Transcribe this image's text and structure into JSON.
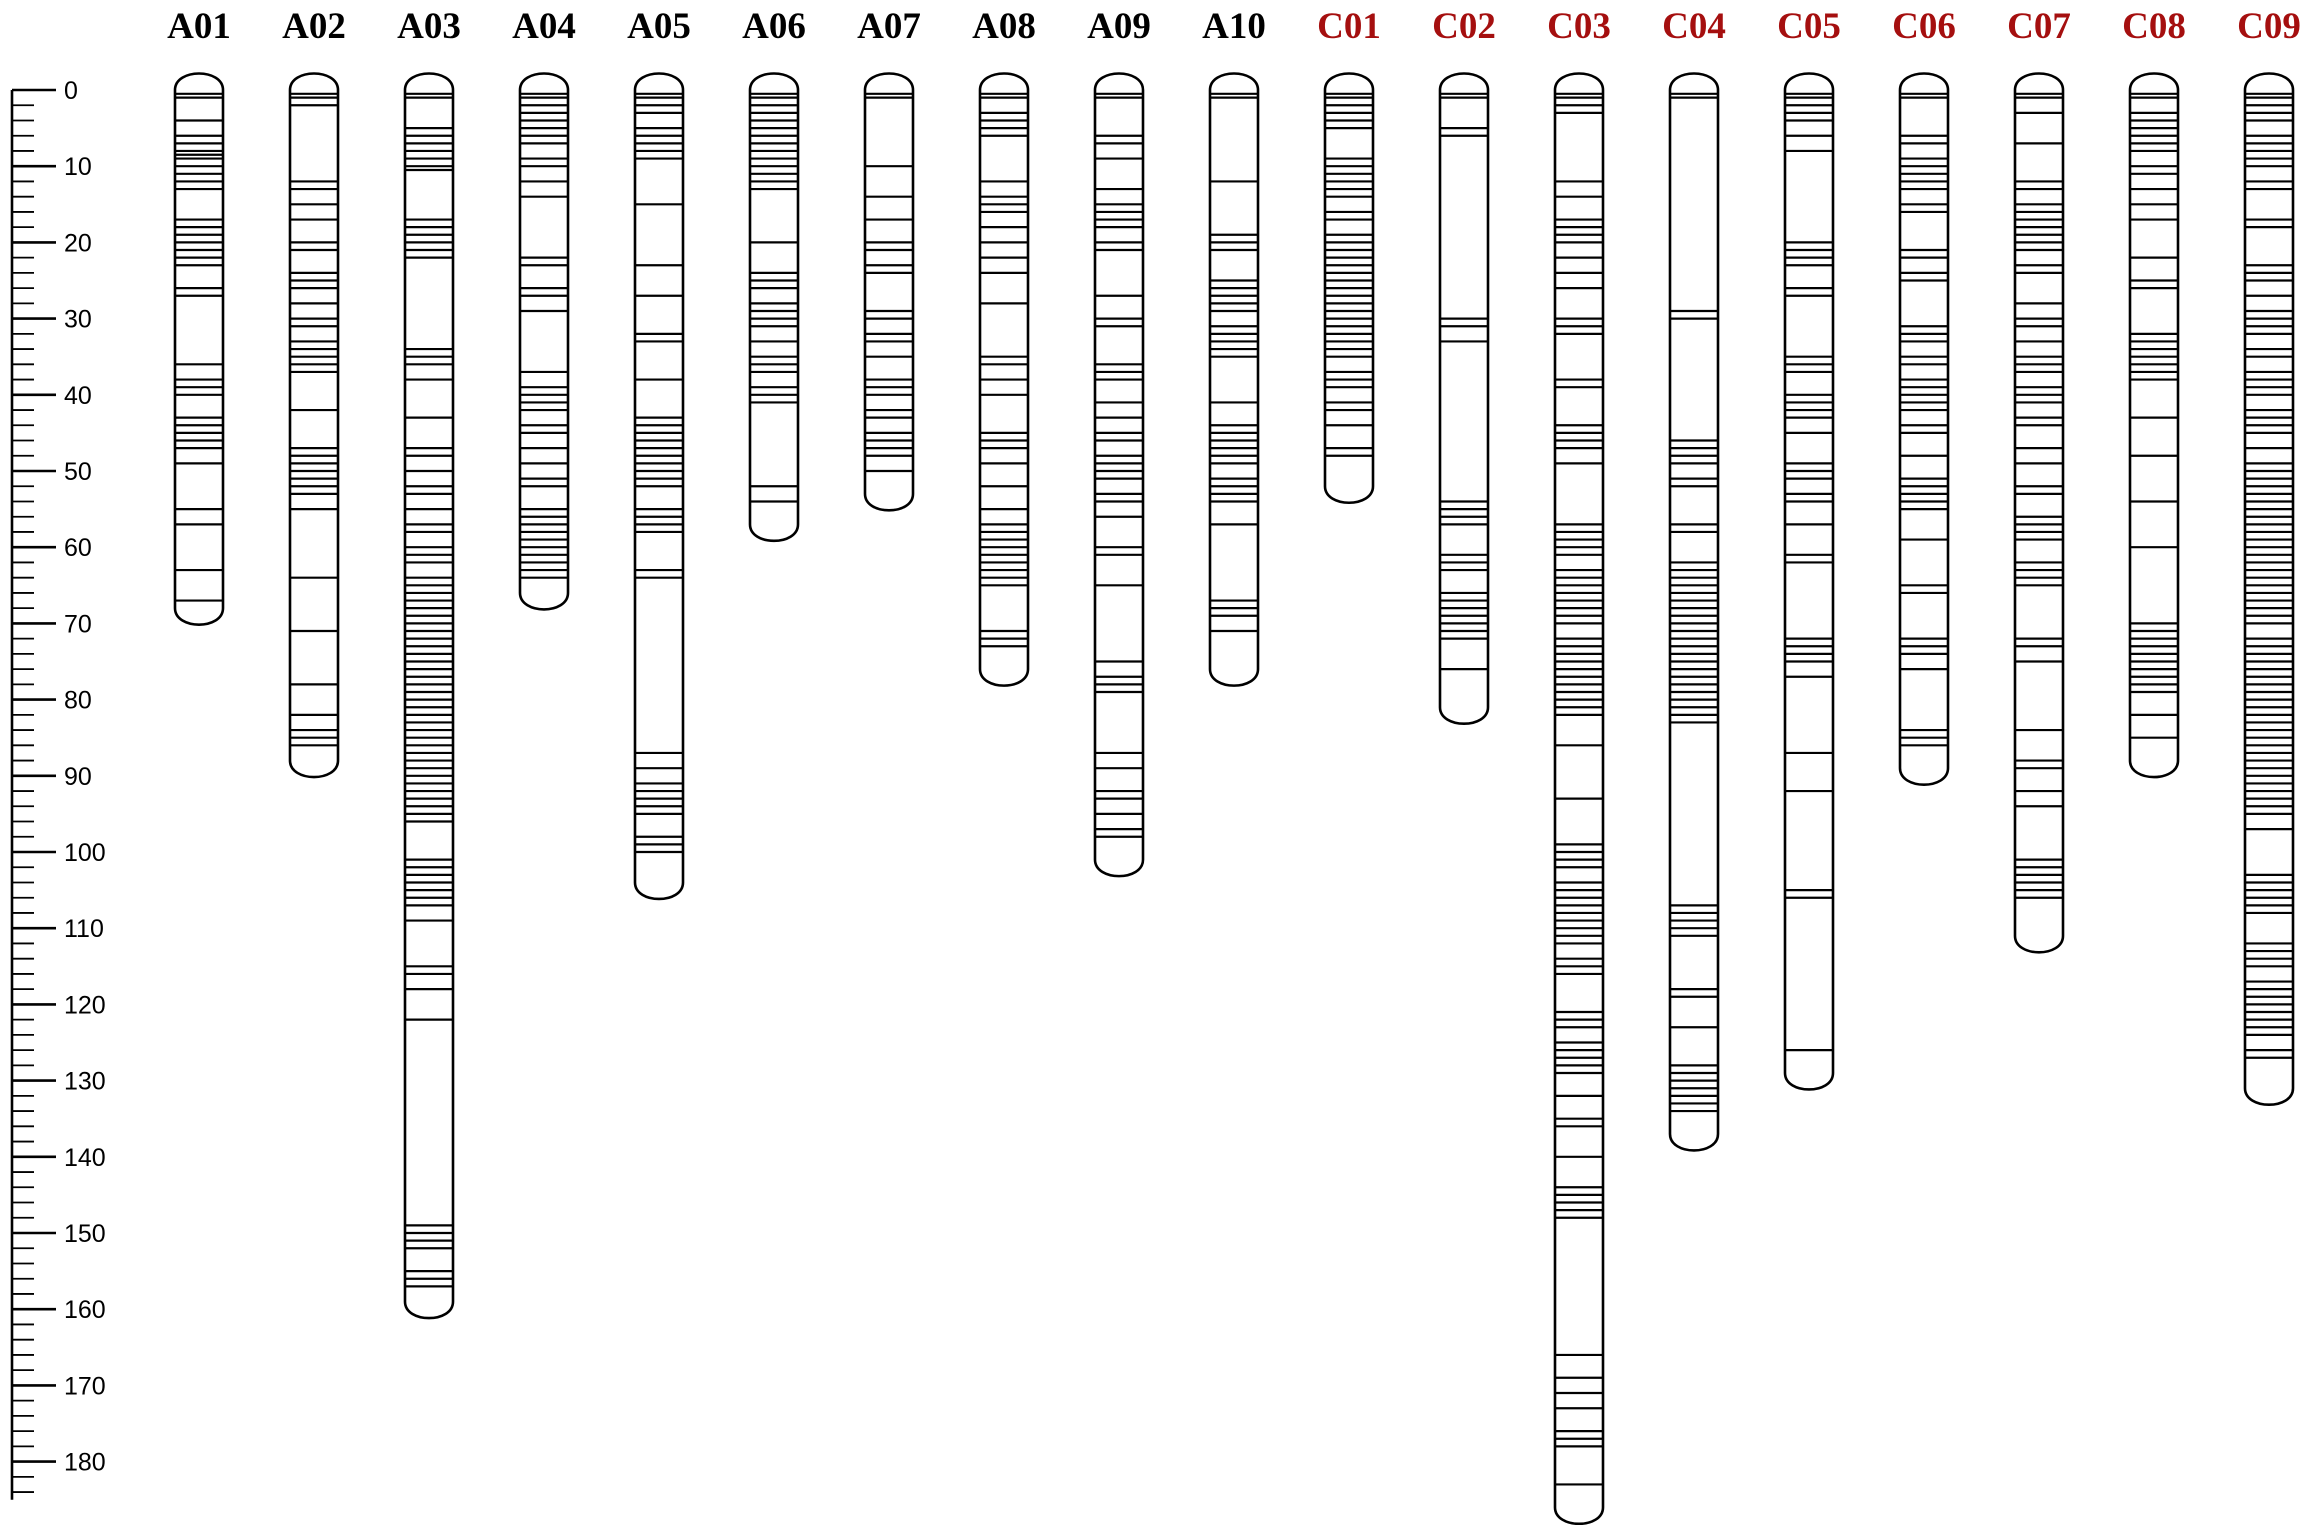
{
  "chart_data": {
    "type": "linkage-map",
    "axis": {
      "unit": "",
      "min": 0,
      "max": 185,
      "labeled_ticks": [
        0,
        10,
        20,
        30,
        40,
        50,
        60,
        70,
        80,
        90,
        100,
        110,
        120,
        130,
        140,
        150,
        160,
        170,
        180
      ],
      "minor_tick_step": 2,
      "major_tick_step": 10
    },
    "colors": {
      "A_genome": "#000000",
      "C_genome": "#a50f0f",
      "marker": "#000000"
    },
    "chromosomes": [
      {
        "name": "A01",
        "genome": "A",
        "length": 68,
        "markers": [
          0.5,
          1,
          4,
          6,
          7,
          8,
          8.5,
          9,
          10,
          11,
          12,
          13,
          17,
          18,
          19,
          20,
          21,
          22,
          23,
          26,
          27,
          36,
          38,
          39,
          40,
          43,
          44,
          45,
          46,
          47,
          49,
          55,
          57,
          63,
          67
        ]
      },
      {
        "name": "A02",
        "genome": "A",
        "length": 88,
        "markers": [
          0.5,
          1,
          2,
          12,
          13,
          15,
          17,
          20,
          21,
          24,
          25,
          26,
          28,
          30,
          31,
          33,
          34,
          35,
          36,
          37,
          42,
          47,
          48,
          49,
          50,
          51,
          52,
          53,
          55,
          64,
          71,
          78,
          82,
          84,
          85,
          86
        ]
      },
      {
        "name": "A03",
        "genome": "A",
        "length": 159,
        "markers": [
          0.5,
          1,
          5,
          6,
          7,
          8,
          9,
          10,
          10.5,
          17,
          18,
          19,
          20,
          21,
          22,
          34,
          35,
          36,
          38,
          43,
          47,
          48,
          50,
          52,
          53,
          55,
          57,
          58,
          60,
          61,
          62,
          64,
          65,
          66,
          67,
          68,
          69,
          70,
          71,
          72,
          73,
          74,
          75,
          76,
          77,
          78,
          79,
          80,
          81,
          82,
          83,
          84,
          85,
          86,
          87,
          88,
          89,
          90,
          91,
          92,
          93,
          94,
          95,
          96,
          101,
          102,
          103,
          104,
          105,
          106,
          107,
          109,
          115,
          116,
          118,
          122,
          149,
          150,
          151,
          152,
          155,
          156,
          157
        ]
      },
      {
        "name": "A04",
        "genome": "A",
        "length": 66,
        "markers": [
          0.5,
          1,
          2,
          3,
          4,
          5,
          6,
          7,
          9,
          10,
          12,
          14,
          22,
          23,
          26,
          27,
          29,
          37,
          39,
          40,
          41,
          42,
          44,
          45,
          47,
          49,
          51,
          52,
          55,
          56,
          57,
          58,
          59,
          60,
          61,
          62,
          63,
          64
        ]
      },
      {
        "name": "A05",
        "genome": "A",
        "length": 104,
        "markers": [
          0.5,
          1,
          2,
          3,
          5,
          6,
          7,
          8,
          9,
          15,
          23,
          27,
          32,
          33,
          38,
          43,
          44,
          45,
          46,
          47,
          48,
          49,
          50,
          51,
          52,
          55,
          56,
          57,
          58,
          63,
          64,
          87,
          89,
          91,
          92,
          93,
          94,
          95,
          98,
          99,
          100
        ]
      },
      {
        "name": "A06",
        "genome": "A",
        "length": 57,
        "markers": [
          0.5,
          1,
          2,
          3,
          4,
          5,
          6,
          7,
          8,
          9,
          10,
          11,
          12,
          13,
          20,
          24,
          25,
          26,
          28,
          29,
          30,
          31,
          33,
          35,
          36,
          37,
          39,
          40,
          41,
          52,
          54
        ]
      },
      {
        "name": "A07",
        "genome": "A",
        "length": 53,
        "markers": [
          0.5,
          1,
          10,
          14,
          17,
          20,
          21,
          23,
          24,
          29,
          30,
          32,
          33,
          35,
          38,
          39,
          40,
          42,
          43,
          45,
          46,
          47,
          48,
          50
        ]
      },
      {
        "name": "A08",
        "genome": "A",
        "length": 76,
        "markers": [
          0.5,
          1,
          3,
          4,
          5,
          6,
          12,
          14,
          15,
          16,
          18,
          20,
          22,
          24,
          28,
          35,
          36,
          38,
          40,
          45,
          46,
          47,
          49,
          52,
          55,
          57,
          58,
          59,
          60,
          61,
          62,
          63,
          64,
          65,
          71,
          72,
          73
        ]
      },
      {
        "name": "A09",
        "genome": "A",
        "length": 101,
        "markers": [
          0.5,
          1,
          6,
          7,
          9,
          13,
          15,
          16,
          17,
          18,
          20,
          21,
          27,
          30,
          31,
          36,
          37,
          38,
          41,
          43,
          45,
          46,
          48,
          49,
          50,
          51,
          53,
          54,
          56,
          60,
          61,
          65,
          75,
          77,
          78,
          79,
          87,
          89,
          92,
          93,
          95,
          97,
          98
        ]
      },
      {
        "name": "A10",
        "genome": "A",
        "length": 76,
        "markers": [
          0.5,
          1,
          12,
          19,
          20,
          21,
          25,
          26,
          27,
          28,
          29,
          31,
          32,
          33,
          34,
          35,
          41,
          44,
          45,
          46,
          47,
          48,
          49,
          51,
          52,
          53,
          54,
          57,
          67,
          68,
          69,
          71
        ]
      },
      {
        "name": "C01",
        "genome": "C",
        "length": 52,
        "markers": [
          0.5,
          1,
          2,
          3,
          4,
          5,
          9,
          10,
          11,
          12,
          13,
          14,
          16,
          17,
          19,
          20,
          21,
          22,
          23,
          24,
          25,
          26,
          27,
          28,
          29,
          30,
          31,
          32,
          33,
          34,
          35,
          37,
          38,
          39,
          41,
          42,
          44,
          47,
          48
        ]
      },
      {
        "name": "C02",
        "genome": "C",
        "length": 81,
        "markers": [
          0.5,
          1,
          5,
          6,
          30,
          31,
          33,
          54,
          55,
          56,
          57,
          61,
          62,
          63,
          66,
          67,
          68,
          69,
          70,
          71,
          72,
          76
        ]
      },
      {
        "name": "C03",
        "genome": "C",
        "length": 186,
        "markers": [
          0.5,
          1,
          2,
          3,
          12,
          14,
          17,
          18,
          19,
          20,
          22,
          24,
          26,
          30,
          31,
          32,
          38,
          39,
          44,
          45,
          46,
          47,
          49,
          57,
          58,
          59,
          60,
          61,
          63,
          64,
          65,
          66,
          67,
          68,
          69,
          70,
          72,
          73,
          74,
          75,
          76,
          77,
          78,
          79,
          80,
          81,
          82,
          86,
          93,
          99,
          100,
          101,
          102,
          104,
          105,
          106,
          107,
          108,
          109,
          110,
          111,
          112,
          114,
          115,
          116,
          121,
          122,
          123,
          125,
          126,
          127,
          128,
          129,
          132,
          135,
          136,
          140,
          144,
          145,
          146,
          147,
          148,
          166,
          169,
          171,
          173,
          176,
          177,
          178,
          183
        ]
      },
      {
        "name": "C04",
        "genome": "C",
        "length": 137,
        "markers": [
          0.5,
          1,
          29,
          30,
          46,
          47,
          48,
          49,
          51,
          52,
          57,
          58,
          62,
          63,
          64,
          65,
          66,
          67,
          68,
          69,
          70,
          71,
          72,
          73,
          74,
          75,
          76,
          77,
          78,
          79,
          80,
          81,
          82,
          83,
          107,
          108,
          109,
          110,
          111,
          118,
          119,
          123,
          128,
          129,
          130,
          131,
          132,
          133,
          134
        ]
      },
      {
        "name": "C05",
        "genome": "C",
        "length": 129,
        "markers": [
          0.5,
          1,
          2,
          3,
          4,
          6,
          8,
          20,
          21,
          22,
          23,
          26,
          27,
          35,
          36,
          37,
          40,
          41,
          42,
          43,
          45,
          49,
          50,
          51,
          53,
          54,
          57,
          61,
          62,
          72,
          73,
          74,
          75,
          77,
          87,
          92,
          105,
          106,
          126
        ]
      },
      {
        "name": "C06",
        "genome": "C",
        "length": 89,
        "markers": [
          0.5,
          1,
          6,
          7,
          9,
          10,
          11,
          12,
          13,
          15,
          16,
          21,
          22,
          24,
          25,
          31,
          32,
          33,
          35,
          36,
          38,
          39,
          40,
          41,
          42,
          44,
          45,
          48,
          51,
          52,
          53,
          54,
          55,
          59,
          65,
          66,
          72,
          73,
          74,
          76,
          84,
          85,
          86
        ]
      },
      {
        "name": "C07",
        "genome": "C",
        "length": 111,
        "markers": [
          0.5,
          1,
          3,
          7,
          12,
          13,
          15,
          16,
          17,
          18,
          19,
          20,
          21,
          23,
          24,
          28,
          30,
          31,
          33,
          35,
          36,
          37,
          39,
          40,
          41,
          43,
          44,
          47,
          49,
          52,
          53,
          56,
          57,
          58,
          59,
          62,
          63,
          64,
          65,
          72,
          73,
          75,
          84,
          88,
          89,
          92,
          94,
          101,
          102,
          103,
          104,
          105,
          106
        ]
      },
      {
        "name": "C08",
        "genome": "C",
        "length": 88,
        "markers": [
          0.5,
          1,
          3,
          4,
          5,
          6,
          7,
          8,
          10,
          11,
          13,
          15,
          17,
          22,
          25,
          26,
          32,
          33,
          34,
          35,
          36,
          37,
          38,
          43,
          48,
          54,
          60,
          70,
          71,
          72,
          73,
          74,
          75,
          76,
          77,
          78,
          79,
          82,
          85
        ]
      },
      {
        "name": "C09",
        "genome": "C",
        "length": 131,
        "markers": [
          0.5,
          1,
          2,
          3,
          4,
          6,
          7,
          8,
          9,
          10,
          12,
          13,
          17,
          18,
          23,
          24,
          25,
          27,
          29,
          30,
          31,
          32,
          34,
          35,
          37,
          38,
          39,
          40,
          42,
          43,
          44,
          45,
          47,
          49,
          50,
          51,
          52,
          53,
          54,
          55,
          56,
          57,
          58,
          59,
          60,
          61,
          62,
          63,
          64,
          65,
          66,
          67,
          68,
          69,
          70,
          72,
          73,
          74,
          75,
          76,
          77,
          78,
          79,
          80,
          81,
          82,
          83,
          84,
          85,
          86,
          87,
          88,
          89,
          90,
          91,
          92,
          93,
          94,
          95,
          97,
          103,
          104,
          105,
          106,
          107,
          108,
          112,
          113,
          114,
          115,
          117,
          118,
          119,
          120,
          121,
          122,
          123,
          124,
          126,
          127
        ]
      }
    ]
  }
}
